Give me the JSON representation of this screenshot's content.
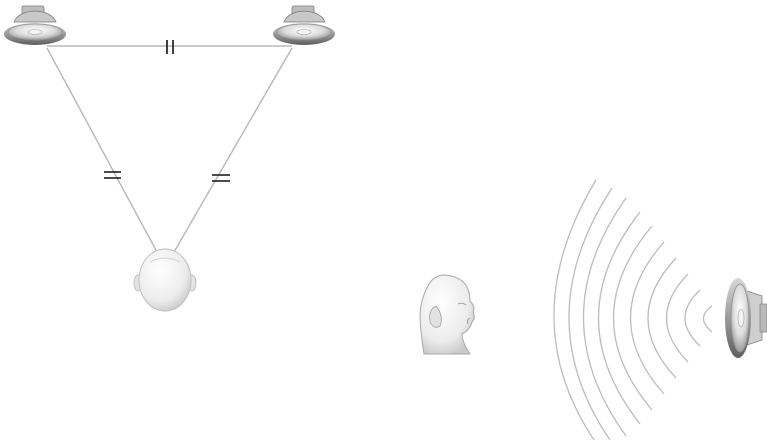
{
  "left_panel": {
    "speakers": [
      "left-speaker",
      "right-speaker"
    ],
    "listener": "listener-head-top-view",
    "equal_marks": [
      "||",
      "=",
      "="
    ]
  },
  "right_panel": {
    "listener": "listener-head-profile-view",
    "speaker": "speaker-side-view",
    "sound_wave_arcs": 10
  },
  "colors": {
    "lines": "#b8b8b8",
    "marks": "#111111",
    "speaker_body": "#8f8f8f",
    "speaker_cone": "#e6e6e6",
    "head": "#f1f1f1"
  }
}
